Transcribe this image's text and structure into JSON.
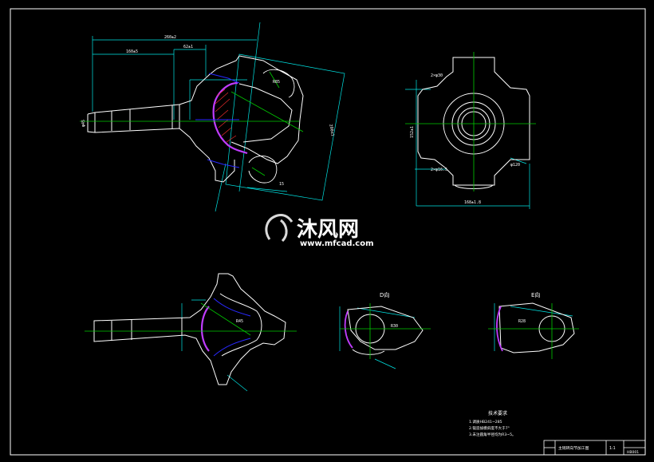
{
  "colors": {
    "background": "#000000",
    "frame": "#ffffff",
    "outline": "#ffffff",
    "dimension": "#00e5e5",
    "centerline": "#00cc00",
    "hidden": "#2929ff",
    "section": "#c03cff",
    "hatch": "#ff3030"
  },
  "drawing": {
    "dimensions": {
      "top_overall": "260±2",
      "top_left_a": "160±5",
      "top_left_b": "62±1",
      "side_a": "200±1",
      "side_b": "R85",
      "side_c": "15",
      "right_width": "168±1.8",
      "right_height": "152±1",
      "right_hole": "2×φ30",
      "right_pcd": "φ120",
      "right_note": "2×φ16.5",
      "shaft_dia": "φ45",
      "bottom_r": "R45",
      "d_view_r": "R30",
      "e_view_r": "R28"
    },
    "view_labels": {
      "d": "D向",
      "e": "E向"
    },
    "notes": {
      "title": "技术要求",
      "items": [
        "1.调质HB241~285",
        "2.锻造拔模斜度不大于7°",
        "3.未注圆角半径均为R3~5。"
      ]
    },
    "title_block": {
      "part_name": "主销转向节加工图",
      "scale": "1:1",
      "sheet_no": "HB001"
    },
    "watermark": {
      "brand": "沐风网",
      "url": "www.mfcad.com"
    }
  }
}
